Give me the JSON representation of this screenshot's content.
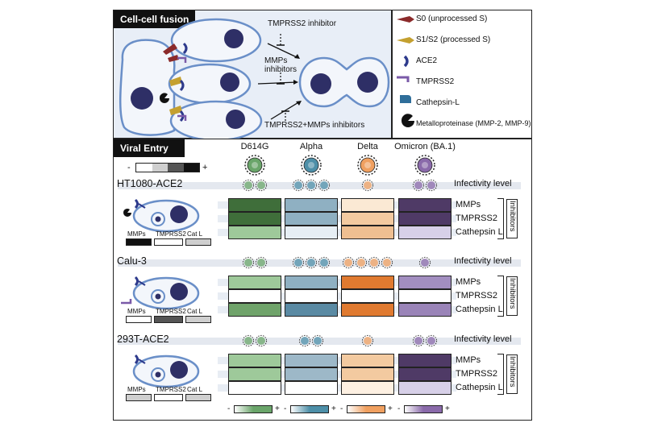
{
  "fusion": {
    "title": "Cell-cell fusion",
    "tmprss2_inhibitor": "TMPRSS2 inhibitor",
    "mmps_inhibitors_1": "MMPs",
    "mmps_inhibitors_2": "inhibitors",
    "combo_inhibitors": "TMPRSS2+MMPs inhibitors"
  },
  "legend": {
    "items": [
      {
        "label": "S0 (unprocessed S)",
        "icon": "s0-spike-icon",
        "color": "#8b2a2a"
      },
      {
        "label": "S1/S2 (processed S)",
        "icon": "s1s2-spike-icon",
        "color": "#c4a030"
      },
      {
        "label": "ACE2",
        "icon": "ace2-icon",
        "color": "#2d3a8c"
      },
      {
        "label": "TMPRSS2",
        "icon": "tmprss2-icon",
        "color": "#7a5aa8"
      },
      {
        "label": "Cathepsin-L",
        "icon": "cathepsin-l-icon",
        "color": "#2f6e9a"
      },
      {
        "label": "Metalloproteinase (MMP-2, MMP-9)",
        "icon": "metalloproteinase-icon",
        "color": "#111111"
      }
    ]
  },
  "entry": {
    "title": "Viral Entry",
    "scale_minus": "-",
    "scale_plus": "+",
    "variants": [
      {
        "name": "D614G",
        "color": "#6aa56a"
      },
      {
        "name": "Alpha",
        "color": "#4d8fa8"
      },
      {
        "name": "Delta",
        "color": "#f0a060"
      },
      {
        "name": "Omicron (BA.1)",
        "color": "#8a6aaa"
      }
    ],
    "infectivity_label": "Infectivity level",
    "inhibitor_rows": [
      "MMPs",
      "TMPRSS2",
      "Cathepsin L"
    ],
    "inhibitors_label": "Inhibitors",
    "marker_labels": [
      "MMPs",
      "TMPRSS2",
      "Cat L"
    ],
    "cell_lines": [
      {
        "name": "HT1080-ACE2",
        "infectivity": [
          2,
          3,
          1,
          2
        ],
        "markers": [
          "#111111",
          "#ffffff",
          "#cfcfcf"
        ],
        "colors": [
          [
            "#3f6e3a",
            "#3f6e3a",
            "#9ec99a"
          ],
          [
            "#8fb0c2",
            "#8fb0c2",
            "#e6eef4"
          ],
          [
            "#fbe9d4",
            "#f3caa0",
            "#efbf91"
          ],
          [
            "#4f3a66",
            "#4f3a66",
            "#d7d0e8"
          ]
        ]
      },
      {
        "name": "Calu-3",
        "infectivity": [
          2,
          3,
          4,
          1
        ],
        "markers": [
          "#ffffff",
          "#555555",
          "#cfcfcf"
        ],
        "colors": [
          [
            "#9ec99a",
            "#ffffff",
            "#6fa36a"
          ],
          [
            "#8fb0c2",
            "#ffffff",
            "#5a8aa3"
          ],
          [
            "#e07a30",
            "#ffffff",
            "#e07a30"
          ],
          [
            "#a28ec0",
            "#ffffff",
            "#9a84b8"
          ]
        ]
      },
      {
        "name": "293T-ACE2",
        "infectivity": [
          2,
          2,
          1,
          2
        ],
        "markers": [
          "#cfcfcf",
          "#ffffff",
          "#cfcfcf"
        ],
        "colors": [
          [
            "#9ec99a",
            "#9ec99a",
            "#ffffff"
          ],
          [
            "#9db8c8",
            "#9db8c8",
            "#ffffff"
          ],
          [
            "#f3caa0",
            "#f3caa0",
            "#fdf0e2"
          ],
          [
            "#4f3a66",
            "#4f3a66",
            "#d7d0e8"
          ]
        ]
      }
    ],
    "bottom_scale_minus": "-",
    "bottom_scale_plus": "+"
  }
}
